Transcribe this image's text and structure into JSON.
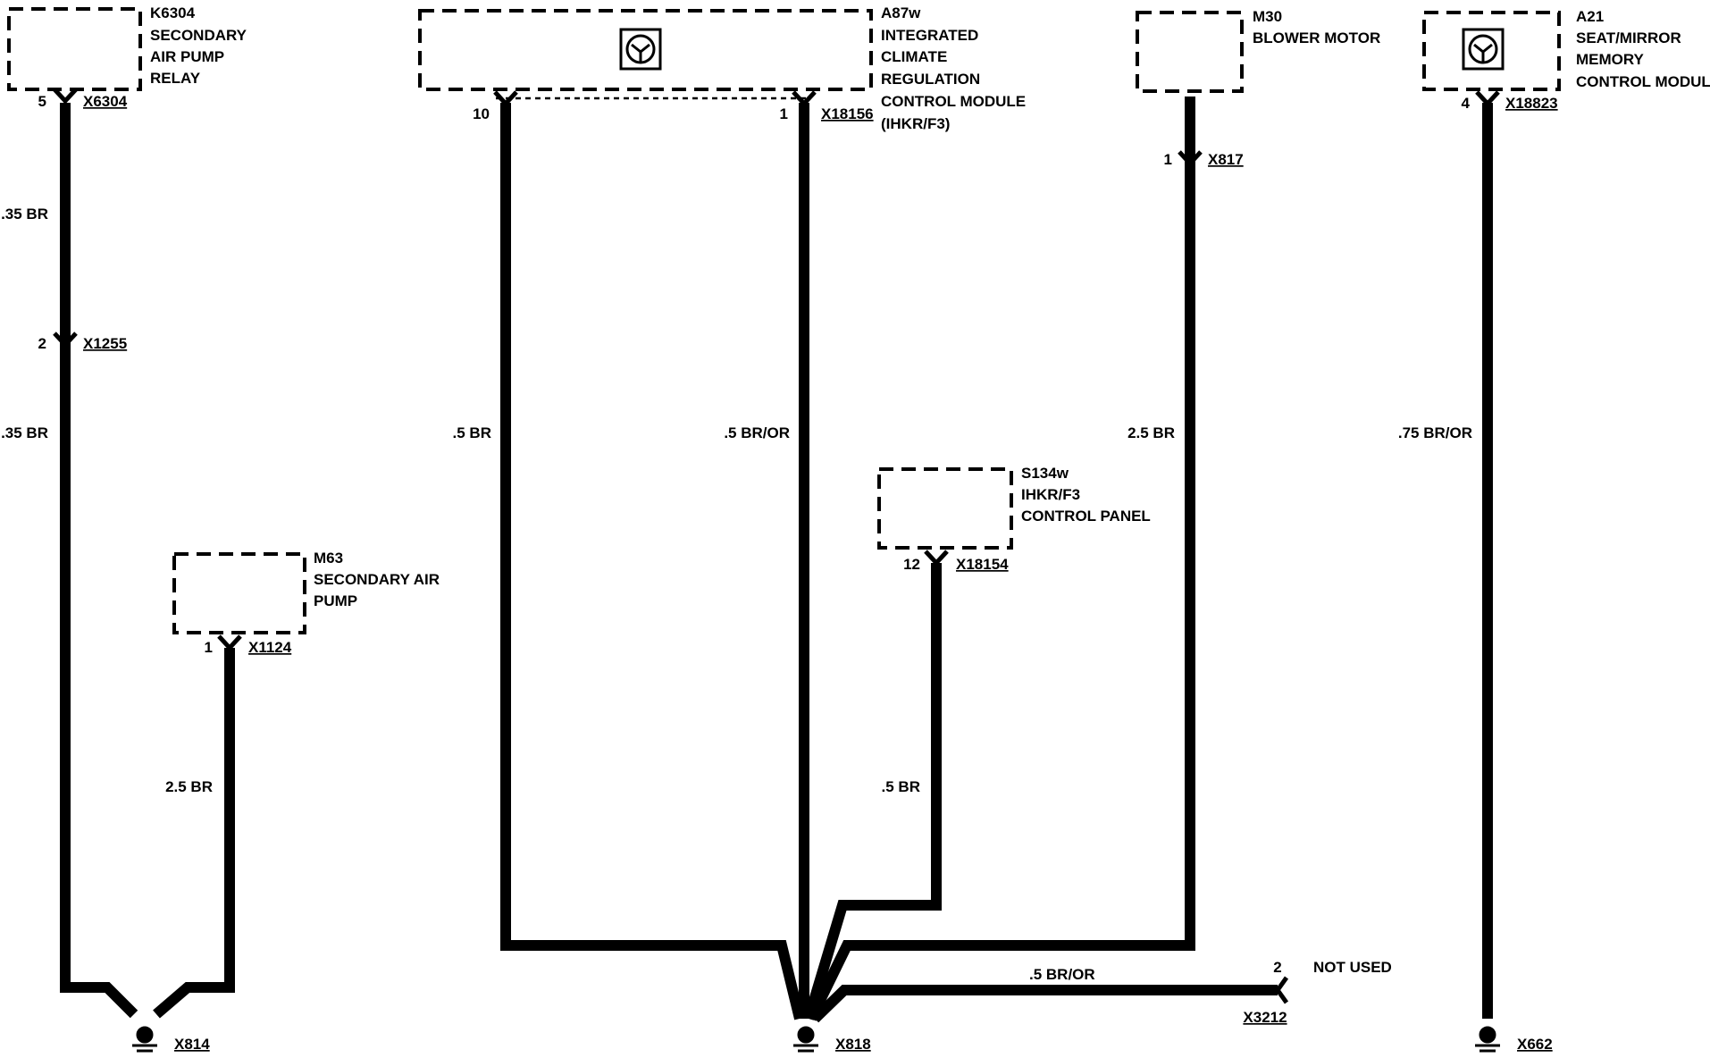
{
  "components": {
    "k6304": {
      "id": "K6304",
      "lines": [
        "SECONDARY",
        "AIR PUMP",
        "RELAY"
      ]
    },
    "a87w": {
      "id": "A87w",
      "lines": [
        "INTEGRATED",
        "CLIMATE",
        "REGULATION",
        "CONTROL MODULE",
        "(IHKR/F3)"
      ]
    },
    "m30": {
      "id": "M30",
      "lines": [
        "BLOWER MOTOR"
      ]
    },
    "a21": {
      "id": "A21",
      "lines": [
        "SEAT/MIRROR",
        "MEMORY",
        "CONTROL MODULE"
      ]
    },
    "m63": {
      "id": "M63",
      "lines": [
        "SECONDARY AIR",
        "PUMP"
      ]
    },
    "s134w": {
      "id": "S134w",
      "lines": [
        "IHKR/F3",
        "CONTROL PANEL"
      ]
    }
  },
  "connectors": {
    "x6304": {
      "pin": "5",
      "name": "X6304"
    },
    "x1255": {
      "pin": "2",
      "name": "X1255"
    },
    "x1124": {
      "pin": "1",
      "name": "X1124"
    },
    "x18156_a": {
      "pin": "10"
    },
    "x18156_b": {
      "pin": "1",
      "name": "X18156"
    },
    "x817": {
      "pin": "1",
      "name": "X817"
    },
    "x18823": {
      "pin": "4",
      "name": "X18823"
    },
    "x18154": {
      "pin": "12",
      "name": "X18154"
    },
    "x3212": {
      "pin": "2",
      "name": "X3212",
      "note": "NOT USED"
    }
  },
  "wires": {
    "k6304_upper": ".35 BR",
    "k6304_lower": ".35 BR",
    "m63": "2.5 BR",
    "a87w_pin10": ".5 BR",
    "a87w_pin1": ".5 BR/OR",
    "m30": "2.5 BR",
    "a21": ".75 BR/OR",
    "s134w": ".5 BR",
    "x3212": ".5 BR/OR"
  },
  "grounds": {
    "x814": "X814",
    "x818": "X818",
    "x662": "X662"
  },
  "colors": {
    "ink": "#000000",
    "background": "#ffffff"
  },
  "icons": {
    "module_symbol": "steering-wheel-icon"
  }
}
